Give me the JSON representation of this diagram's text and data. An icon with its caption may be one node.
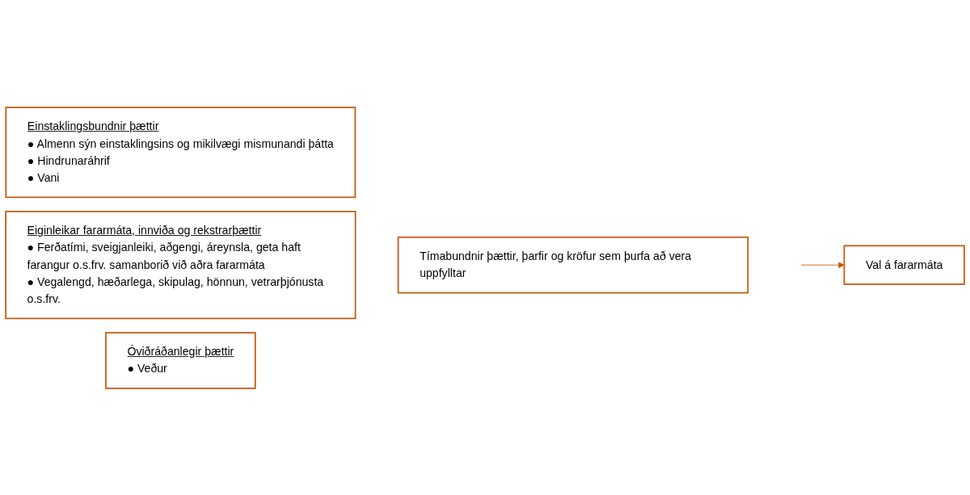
{
  "diagram": {
    "nodes": [
      {
        "text": [
          "Einstaklingsbundnir þættir",
          "● Almenn sýn einstaklingsins og mikilvægi mismunandi þátta",
          "● Hindrunaráhrif",
          "● Vani"
        ]
      },
      {
        "text": [
          "Eiginleikar fararmáta, innviða og rekstrarþættir",
          "● Ferðatími, sveigjanleiki, aðgengi, áreynsla, geta haft farangur o.s.frv. samanborið við aðra fararmáta",
          "● Vegalengd, hæðarlega, skipulag, hönnun, vetrarþjónusta o.s.frv."
        ]
      },
      {
        "text": [
          "Óviðráðanlegir þættir",
          "● Veður"
        ]
      },
      {
        "text": [
          "Tímabundnir þættir, þarfir og kröfur sem þurfa að vera uppfylltar"
        ]
      },
      {
        "text": [
          "Val á fararmáta"
        ]
      }
    ],
    "edges": [
      {
        "from": null,
        "to": 4,
        "arrow": "to"
      }
    ]
  }
}
